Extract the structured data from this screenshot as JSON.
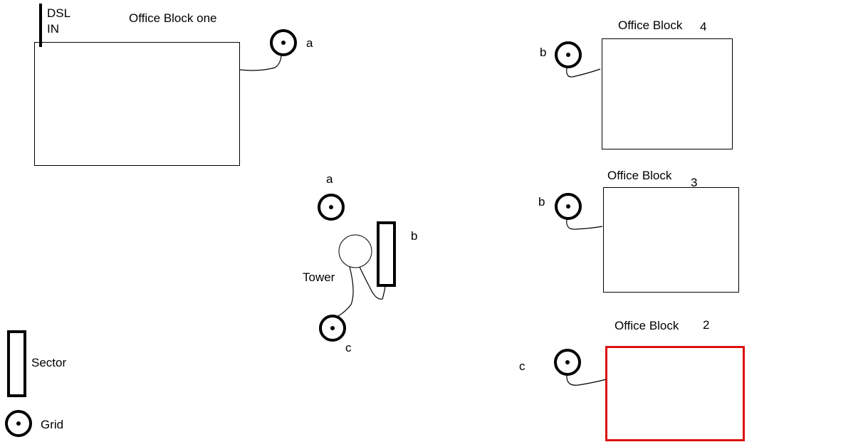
{
  "dsl": {
    "line1": "DSL",
    "line2": "IN"
  },
  "blocks": {
    "one": {
      "title": "Office Block one"
    },
    "four": {
      "title": "Office Block",
      "number": "4"
    },
    "three": {
      "title": "Office Block",
      "number": "3"
    },
    "two": {
      "title": "Office Block",
      "number": "2"
    }
  },
  "grids": {
    "block_one": "a",
    "block_four": "b",
    "block_three": "b",
    "block_two": "c",
    "tower_a": "a",
    "tower_c": "c"
  },
  "tower": {
    "label": "Tower",
    "sector_label": "b"
  },
  "legend": {
    "sector": "Sector",
    "grid": "Grid"
  },
  "colors": {
    "highlight_box": "#dd1111",
    "ink": "#000000"
  }
}
